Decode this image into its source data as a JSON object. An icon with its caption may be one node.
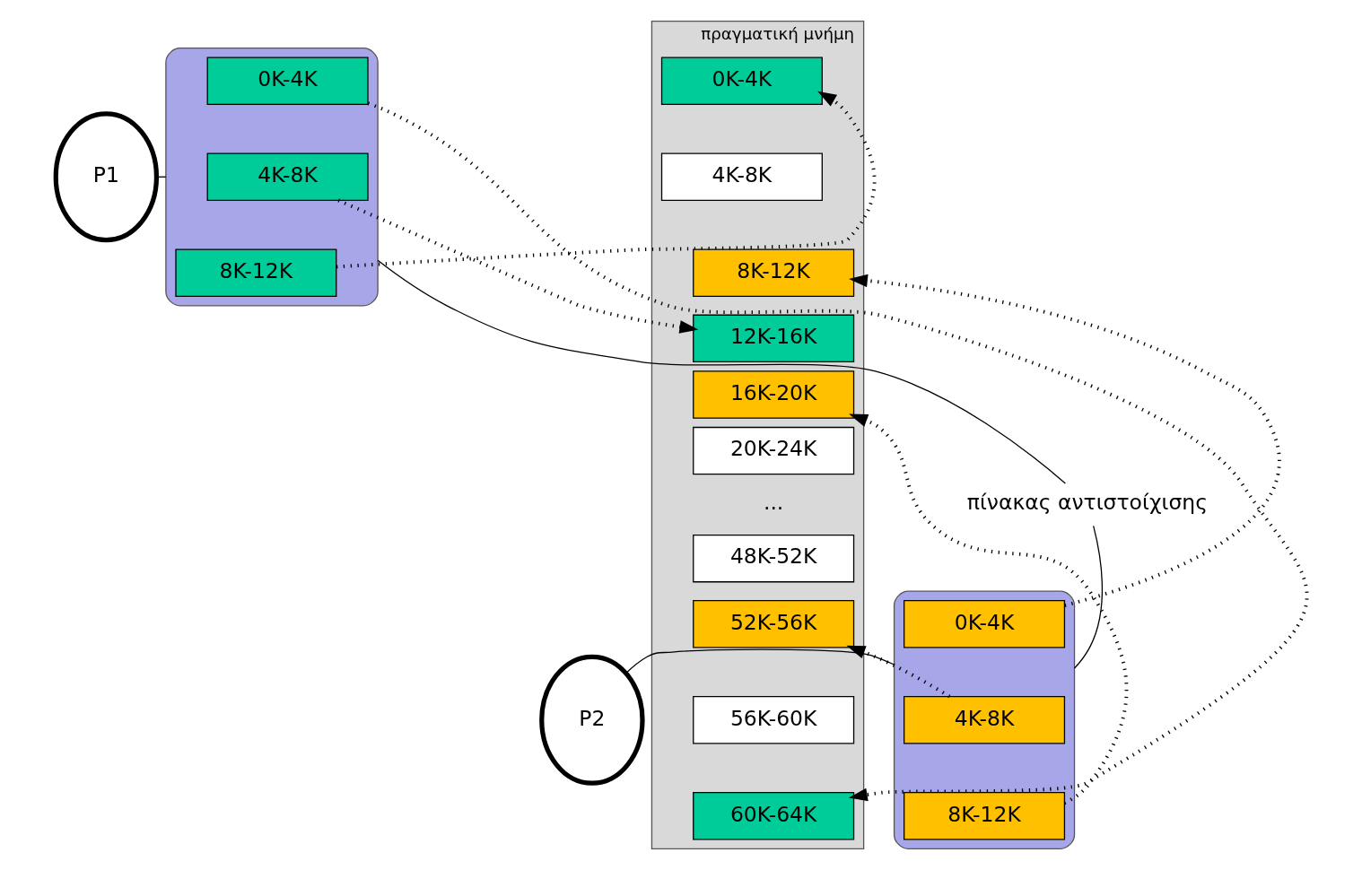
{
  "diagram": {
    "nodes": [
      {
        "text": [
          "P1"
        ]
      },
      {
        "text": [],
        "shape": "box"
      },
      {
        "text": [
          "0K-4K"
        ],
        "in": 1
      },
      {
        "text": [
          "4K-8K"
        ],
        "in": 1
      },
      {
        "text": [
          "8K-12K"
        ],
        "in": 1
      },
      {
        "text": [
          "P2"
        ]
      },
      {
        "text": [],
        "shape": "box"
      },
      {
        "text": [
          "0K-4K"
        ],
        "in": 6
      },
      {
        "text": [
          "4K-8K"
        ],
        "in": 6
      },
      {
        "text": [
          "8K-12K"
        ],
        "in": 6
      },
      {
        "text": [
          "πίνακας αντιστοίχισης"
        ]
      },
      {
        "text": [
          "πραγματική μνήμη"
        ]
      },
      {
        "text": [
          "0K-4K"
        ],
        "in": 11
      },
      {
        "text": [
          "4K-8K"
        ],
        "in": 11
      },
      {
        "text": [
          "8K-12K"
        ],
        "in": 11
      },
      {
        "text": [
          "12K-16K"
        ],
        "in": 11
      },
      {
        "text": [
          "16K-20K"
        ],
        "in": 11
      },
      {
        "text": [
          "20K-24K"
        ],
        "in": 11
      },
      {
        "text": [
          "48K-52K"
        ],
        "in": 11
      },
      {
        "text": [
          "52K-56K"
        ],
        "in": 11
      },
      {
        "text": [
          "56K-60K"
        ],
        "in": 11
      },
      {
        "text": [
          "60K-64K"
        ],
        "in": 11
      }
    ],
    "edges": [
      {
        "from": 1,
        "to": 0,
        "arrow": "none"
      },
      {
        "from": 6,
        "to": 5,
        "arrow": "none"
      },
      {
        "from": 10,
        "to": 1,
        "arrow": "none"
      },
      {
        "from": 10,
        "to": 6,
        "arrow": "none"
      },
      {
        "from": 2,
        "to": 21,
        "arrow": "to",
        "style": "dashed"
      },
      {
        "from": 3,
        "to": 15,
        "arrow": "to",
        "style": "dashed"
      },
      {
        "from": 4,
        "to": 12,
        "arrow": "to",
        "style": "dashed"
      },
      {
        "from": 7,
        "to": 14,
        "arrow": "to",
        "style": "dashed"
      },
      {
        "from": 8,
        "to": 19,
        "arrow": "to",
        "style": "dashed"
      },
      {
        "from": 9,
        "to": 16,
        "arrow": "to",
        "style": "dashed"
      }
    ],
    "labels": [
      "..."
    ]
  }
}
